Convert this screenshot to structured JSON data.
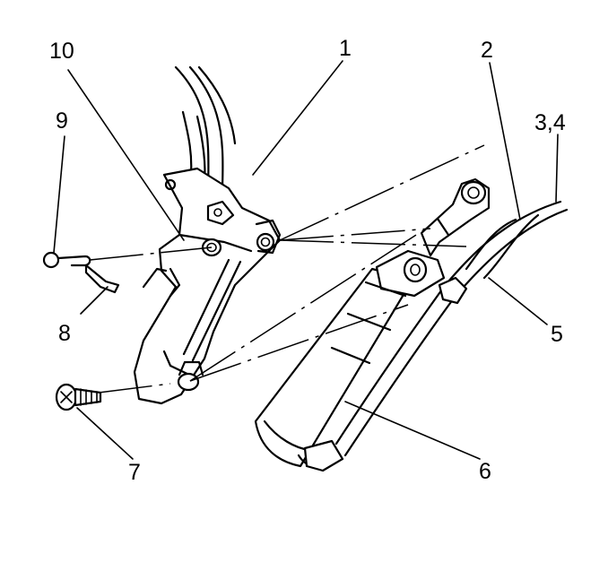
{
  "callouts": {
    "c1": "1",
    "c2": "2",
    "c34": "3,4",
    "c5": "5",
    "c6": "6",
    "c7": "7",
    "c8": "8",
    "c9": "9",
    "c10": "10"
  }
}
